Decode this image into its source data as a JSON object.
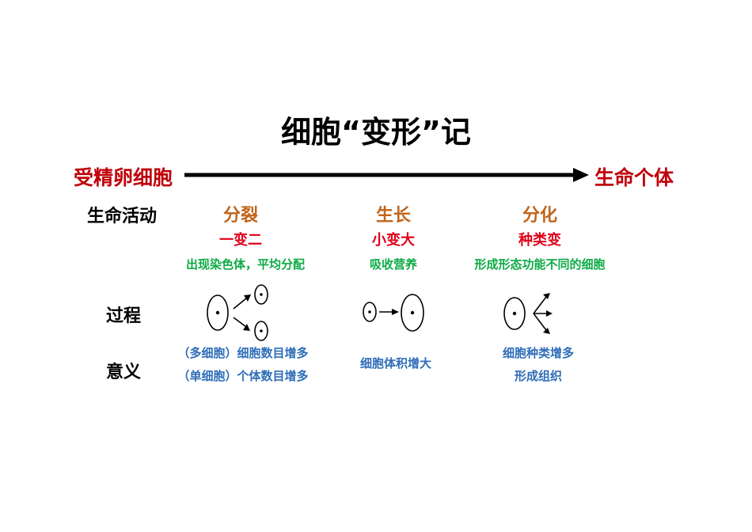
{
  "title": "细胞“变形”记",
  "timeline": {
    "start": "受精卵细胞",
    "end": "生命个体"
  },
  "row_labels": {
    "activity": "生命活动",
    "process": "过程",
    "meaning": "意义"
  },
  "stages": [
    {
      "activity": "分裂",
      "feature": "一变二",
      "description": "出现染色体，平均分配",
      "meaning_lines": [
        "（多细胞）细胞数目增多",
        "（单细胞）个体数目增多"
      ]
    },
    {
      "activity": "生长",
      "feature": "小变大",
      "description": "吸收营养",
      "meaning_lines": [
        "细胞体积增大"
      ]
    },
    {
      "activity": "分化",
      "feature": "种类变",
      "description": "形成形态功能不同的细胞",
      "meaning_lines": [
        "细胞种类增多",
        "形成组织"
      ]
    }
  ],
  "colors": {
    "endpoint": "#c0000c",
    "activity": "#c0651d",
    "feature": "#e0001a",
    "description": "#0eab46",
    "meaning": "#2e6db8"
  }
}
